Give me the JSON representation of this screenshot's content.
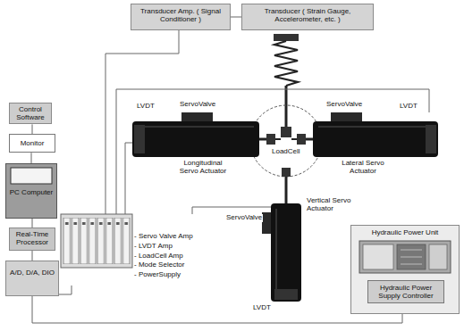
{
  "diagram": {
    "nodes": [
      {
        "text": [
          "Transducer Amp. ( Signal Conditioner )"
        ]
      },
      {
        "text": [
          "Transducer ( Strain Gauge, Accelerometer, etc. )"
        ]
      },
      {
        "text": [
          "Control Software"
        ]
      },
      {
        "text": [
          "Monitor"
        ]
      },
      {
        "text": [
          "PC Computer"
        ]
      },
      {
        "text": [
          "Real-Time Processor"
        ]
      },
      {
        "text": [
          "A/D, D/A, DIO"
        ]
      },
      {
        "text": [
          "- Servo Valve Amp",
          "- LVDT Amp",
          "- LoadCell Amp",
          "- Mode Selector",
          "- PowerSupply"
        ]
      },
      {
        "text": [
          "Longitudinal Servo Actuator"
        ]
      },
      {
        "text": [
          "Lateral Servo Actuator"
        ]
      },
      {
        "text": [
          "Vertical Servo Actuator"
        ]
      },
      {
        "text": [
          "Hydraulic Power Unit"
        ]
      },
      {
        "text": [
          "Hydraulic Power Supply Controller"
        ],
        "in": 11
      }
    ],
    "edges": [
      {
        "from": 0,
        "to": 1,
        "arrow": "none"
      },
      {
        "from": 2,
        "to": 3,
        "arrow": "none"
      },
      {
        "from": 3,
        "to": 4,
        "arrow": "none"
      },
      {
        "from": 4,
        "to": 5,
        "arrow": "none"
      },
      {
        "from": 5,
        "to": 6,
        "arrow": "none"
      },
      {
        "from": 6,
        "to": 7,
        "arrow": "none"
      },
      {
        "from": 7,
        "to": 0,
        "arrow": "none"
      },
      {
        "from": 7,
        "to": 8,
        "arrow": "none"
      },
      {
        "from": 7,
        "to": 9,
        "arrow": "none"
      },
      {
        "from": 7,
        "to": 10,
        "arrow": "none"
      },
      {
        "from": 6,
        "to": 11,
        "arrow": "none"
      }
    ],
    "labels": [
      "ServoValve",
      "LVDT",
      "ServoValve",
      "LVDT",
      "LoadCell",
      "ServoValve",
      "LVDT"
    ]
  }
}
